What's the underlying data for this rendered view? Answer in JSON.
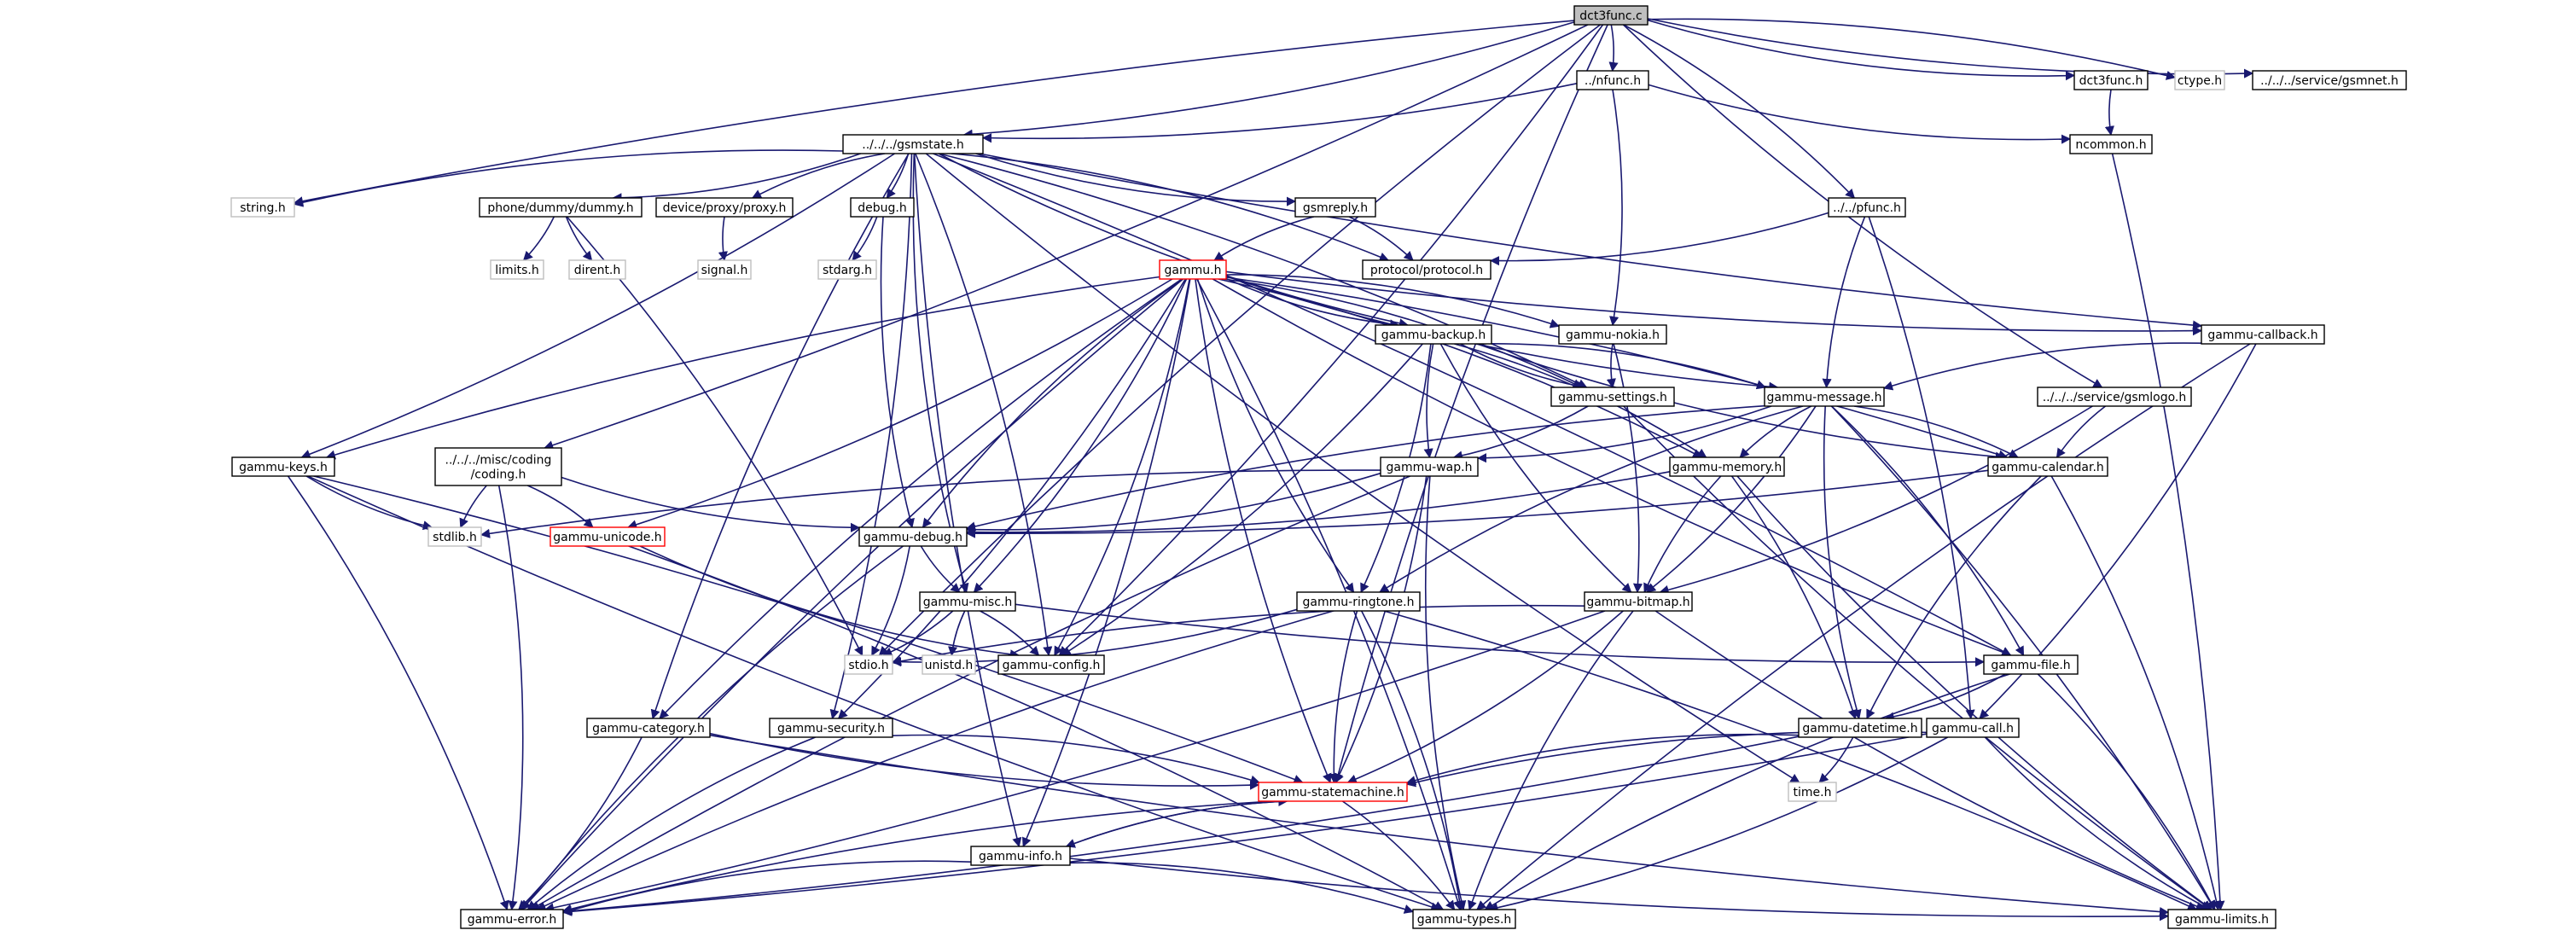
{
  "nodes": [
    {
      "id": "dct3func_c",
      "label": "dct3func.c",
      "style": "root"
    },
    {
      "id": "nfunc_h",
      "label": "../nfunc.h",
      "style": "normal"
    },
    {
      "id": "dct3func_h",
      "label": "dct3func.h",
      "style": "normal"
    },
    {
      "id": "ctype_h",
      "label": "ctype.h",
      "style": "sys"
    },
    {
      "id": "gsmnet_h",
      "label": "../../../service/gsmnet.h",
      "style": "normal"
    },
    {
      "id": "gsmstate_h",
      "label": "../../../gsmstate.h",
      "style": "normal"
    },
    {
      "id": "ncommon_h",
      "label": "ncommon.h",
      "style": "normal"
    },
    {
      "id": "string_h",
      "label": "string.h",
      "style": "sys"
    },
    {
      "id": "dummy_h",
      "label": "phone/dummy/dummy.h",
      "style": "normal"
    },
    {
      "id": "proxy_h",
      "label": "device/proxy/proxy.h",
      "style": "normal"
    },
    {
      "id": "debug_h",
      "label": "debug.h",
      "style": "normal"
    },
    {
      "id": "gsmreply_h",
      "label": "gsmreply.h",
      "style": "normal"
    },
    {
      "id": "pfunc_h",
      "label": "../../pfunc.h",
      "style": "normal"
    },
    {
      "id": "limits_sys",
      "label": "limits.h",
      "style": "sys"
    },
    {
      "id": "dirent_h",
      "label": "dirent.h",
      "style": "sys"
    },
    {
      "id": "signal_h",
      "label": "signal.h",
      "style": "sys"
    },
    {
      "id": "stdarg_h",
      "label": "stdarg.h",
      "style": "sys"
    },
    {
      "id": "protocol_h",
      "label": "protocol/protocol.h",
      "style": "normal"
    },
    {
      "id": "gammu_h",
      "label": "gammu.h",
      "style": "red"
    },
    {
      "id": "g_backup",
      "label": "gammu-backup.h",
      "style": "normal"
    },
    {
      "id": "g_nokia",
      "label": "gammu-nokia.h",
      "style": "normal"
    },
    {
      "id": "g_callback",
      "label": "gammu-callback.h",
      "style": "normal"
    },
    {
      "id": "g_settings",
      "label": "gammu-settings.h",
      "style": "normal"
    },
    {
      "id": "g_message",
      "label": "gammu-message.h",
      "style": "normal"
    },
    {
      "id": "gsmlogo_h",
      "label": "../../../service/gsmlogo.h",
      "style": "normal"
    },
    {
      "id": "g_keys",
      "label": "gammu-keys.h",
      "style": "normal"
    },
    {
      "id": "coding_h",
      "label": "../../../misc/coding\n/coding.h",
      "style": "normal"
    },
    {
      "id": "g_wap",
      "label": "gammu-wap.h",
      "style": "normal"
    },
    {
      "id": "g_memory",
      "label": "gammu-memory.h",
      "style": "normal"
    },
    {
      "id": "g_calendar",
      "label": "gammu-calendar.h",
      "style": "normal"
    },
    {
      "id": "stdlib_h",
      "label": "stdlib.h",
      "style": "sys"
    },
    {
      "id": "g_unicode",
      "label": "gammu-unicode.h",
      "style": "red"
    },
    {
      "id": "g_debug",
      "label": "gammu-debug.h",
      "style": "normal"
    },
    {
      "id": "g_misc",
      "label": "gammu-misc.h",
      "style": "normal"
    },
    {
      "id": "g_ringtone",
      "label": "gammu-ringtone.h",
      "style": "normal"
    },
    {
      "id": "g_bitmap",
      "label": "gammu-bitmap.h",
      "style": "normal"
    },
    {
      "id": "stdio_h",
      "label": "stdio.h",
      "style": "sys"
    },
    {
      "id": "unistd_h",
      "label": "unistd.h",
      "style": "sys"
    },
    {
      "id": "g_config",
      "label": "gammu-config.h",
      "style": "normal"
    },
    {
      "id": "g_file",
      "label": "gammu-file.h",
      "style": "normal"
    },
    {
      "id": "g_category",
      "label": "gammu-category.h",
      "style": "normal"
    },
    {
      "id": "g_security",
      "label": "gammu-security.h",
      "style": "normal"
    },
    {
      "id": "g_datetime",
      "label": "gammu-datetime.h",
      "style": "normal"
    },
    {
      "id": "g_call",
      "label": "gammu-call.h",
      "style": "normal"
    },
    {
      "id": "time_h",
      "label": "time.h",
      "style": "sys"
    },
    {
      "id": "g_statemachine",
      "label": "gammu-statemachine.h",
      "style": "red"
    },
    {
      "id": "g_info",
      "label": "gammu-info.h",
      "style": "normal"
    },
    {
      "id": "g_error",
      "label": "gammu-error.h",
      "style": "normal"
    },
    {
      "id": "g_types",
      "label": "gammu-types.h",
      "style": "normal"
    },
    {
      "id": "g_limits",
      "label": "gammu-limits.h",
      "style": "normal"
    }
  ],
  "edges": [
    [
      "dct3func_c",
      "nfunc_h"
    ],
    [
      "dct3func_c",
      "dct3func_h"
    ],
    [
      "dct3func_c",
      "ctype_h"
    ],
    [
      "dct3func_c",
      "gsmnet_h"
    ],
    [
      "dct3func_c",
      "gsmstate_h"
    ],
    [
      "dct3func_c",
      "string_h"
    ],
    [
      "dct3func_c",
      "pfunc_h"
    ],
    [
      "dct3func_c",
      "gsmlogo_h"
    ],
    [
      "dct3func_c",
      "coding_h"
    ],
    [
      "dct3func_c",
      "stdio_h"
    ],
    [
      "dct3func_c",
      "g_config"
    ],
    [
      "dct3func_c",
      "g_statemachine"
    ],
    [
      "nfunc_h",
      "gsmstate_h"
    ],
    [
      "nfunc_h",
      "ncommon_h"
    ],
    [
      "nfunc_h",
      "g_nokia"
    ],
    [
      "dct3func_h",
      "ncommon_h"
    ],
    [
      "ncommon_h",
      "g_limits"
    ],
    [
      "gsmstate_h",
      "string_h"
    ],
    [
      "gsmstate_h",
      "dummy_h"
    ],
    [
      "gsmstate_h",
      "proxy_h"
    ],
    [
      "gsmstate_h",
      "debug_h"
    ],
    [
      "gsmstate_h",
      "gsmreply_h"
    ],
    [
      "gsmstate_h",
      "protocol_h"
    ],
    [
      "gsmstate_h",
      "g_backup"
    ],
    [
      "gsmstate_h",
      "g_settings"
    ],
    [
      "gsmstate_h",
      "g_callback"
    ],
    [
      "gsmstate_h",
      "g_keys"
    ],
    [
      "gsmstate_h",
      "g_misc"
    ],
    [
      "gsmstate_h",
      "g_config"
    ],
    [
      "gsmstate_h",
      "g_category"
    ],
    [
      "gsmstate_h",
      "g_security"
    ],
    [
      "gsmstate_h",
      "g_info"
    ],
    [
      "gsmstate_h",
      "g_file"
    ],
    [
      "gsmstate_h",
      "time_h"
    ],
    [
      "dummy_h",
      "limits_sys"
    ],
    [
      "dummy_h",
      "dirent_h"
    ],
    [
      "dummy_h",
      "stdio_h"
    ],
    [
      "proxy_h",
      "signal_h"
    ],
    [
      "debug_h",
      "stdarg_h"
    ],
    [
      "debug_h",
      "g_debug"
    ],
    [
      "gsmreply_h",
      "protocol_h"
    ],
    [
      "gsmreply_h",
      "gammu_h"
    ],
    [
      "pfunc_h",
      "protocol_h"
    ],
    [
      "pfunc_h",
      "g_message"
    ],
    [
      "pfunc_h",
      "g_call"
    ],
    [
      "gammu_h",
      "g_backup"
    ],
    [
      "gammu_h",
      "g_nokia"
    ],
    [
      "gammu_h",
      "g_callback"
    ],
    [
      "gammu_h",
      "g_settings"
    ],
    [
      "gammu_h",
      "g_message"
    ],
    [
      "gammu_h",
      "g_calendar"
    ],
    [
      "gammu_h",
      "g_keys"
    ],
    [
      "gammu_h",
      "g_unicode"
    ],
    [
      "gammu_h",
      "g_debug"
    ],
    [
      "gammu_h",
      "g_misc"
    ],
    [
      "gammu_h",
      "g_ringtone"
    ],
    [
      "gammu_h",
      "g_config"
    ],
    [
      "gammu_h",
      "g_category"
    ],
    [
      "gammu_h",
      "g_security"
    ],
    [
      "gammu_h",
      "g_statemachine"
    ],
    [
      "gammu_h",
      "g_info"
    ],
    [
      "gammu_h",
      "g_error"
    ],
    [
      "gammu_h",
      "g_types"
    ],
    [
      "gammu_h",
      "g_file"
    ],
    [
      "gammu_h",
      "g_memory"
    ],
    [
      "g_backup",
      "g_settings"
    ],
    [
      "g_backup",
      "g_message"
    ],
    [
      "g_backup",
      "g_wap"
    ],
    [
      "g_backup",
      "g_memory"
    ],
    [
      "g_backup",
      "g_calendar"
    ],
    [
      "g_backup",
      "g_ringtone"
    ],
    [
      "g_backup",
      "g_bitmap"
    ],
    [
      "g_backup",
      "g_config"
    ],
    [
      "g_nokia",
      "g_settings"
    ],
    [
      "g_nokia",
      "g_bitmap"
    ],
    [
      "g_callback",
      "g_message"
    ],
    [
      "g_callback",
      "g_call"
    ],
    [
      "g_callback",
      "g_types"
    ],
    [
      "g_settings",
      "g_wap"
    ],
    [
      "g_settings",
      "g_limits"
    ],
    [
      "g_message",
      "g_wap"
    ],
    [
      "g_message",
      "g_memory"
    ],
    [
      "g_message",
      "g_calendar"
    ],
    [
      "g_message",
      "g_ringtone"
    ],
    [
      "g_message",
      "g_bitmap"
    ],
    [
      "g_message",
      "g_debug"
    ],
    [
      "g_message",
      "g_file"
    ],
    [
      "g_message",
      "g_datetime"
    ],
    [
      "g_message",
      "g_limits"
    ],
    [
      "gsmlogo_h",
      "g_calendar"
    ],
    [
      "gsmlogo_h",
      "g_bitmap"
    ],
    [
      "g_keys",
      "stdlib_h"
    ],
    [
      "g_keys",
      "g_error"
    ],
    [
      "g_keys",
      "g_types"
    ],
    [
      "g_keys",
      "g_statemachine"
    ],
    [
      "coding_h",
      "stdlib_h"
    ],
    [
      "coding_h",
      "g_unicode"
    ],
    [
      "coding_h",
      "g_debug"
    ],
    [
      "coding_h",
      "g_error"
    ],
    [
      "g_wap",
      "stdlib_h"
    ],
    [
      "g_wap",
      "g_debug"
    ],
    [
      "g_wap",
      "g_types"
    ],
    [
      "g_wap",
      "g_statemachine"
    ],
    [
      "g_wap",
      "g_error"
    ],
    [
      "g_memory",
      "g_debug"
    ],
    [
      "g_memory",
      "g_bitmap"
    ],
    [
      "g_memory",
      "g_datetime"
    ],
    [
      "g_memory",
      "g_limits"
    ],
    [
      "g_calendar",
      "g_debug"
    ],
    [
      "g_calendar",
      "g_datetime"
    ],
    [
      "g_calendar",
      "g_limits"
    ],
    [
      "g_unicode",
      "g_config"
    ],
    [
      "g_unicode",
      "g_types"
    ],
    [
      "g_debug",
      "g_misc"
    ],
    [
      "g_debug",
      "stdio_h"
    ],
    [
      "g_debug",
      "g_error"
    ],
    [
      "g_misc",
      "stdio_h"
    ],
    [
      "g_misc",
      "unistd_h"
    ],
    [
      "g_misc",
      "g_config"
    ],
    [
      "g_misc",
      "g_file"
    ],
    [
      "g_ringtone",
      "stdio_h"
    ],
    [
      "g_ringtone",
      "g_statemachine"
    ],
    [
      "g_ringtone",
      "g_types"
    ],
    [
      "g_ringtone",
      "g_error"
    ],
    [
      "g_ringtone",
      "g_limits"
    ],
    [
      "g_bitmap",
      "stdio_h"
    ],
    [
      "g_bitmap",
      "g_statemachine"
    ],
    [
      "g_bitmap",
      "g_types"
    ],
    [
      "g_bitmap",
      "g_error"
    ],
    [
      "g_bitmap",
      "g_limits"
    ],
    [
      "g_file",
      "g_datetime"
    ],
    [
      "g_file",
      "g_types"
    ],
    [
      "g_file",
      "g_limits"
    ],
    [
      "g_category",
      "g_statemachine"
    ],
    [
      "g_category",
      "g_error"
    ],
    [
      "g_category",
      "g_limits"
    ],
    [
      "g_security",
      "g_statemachine"
    ],
    [
      "g_security",
      "g_error"
    ],
    [
      "g_datetime",
      "time_h"
    ],
    [
      "g_datetime",
      "g_statemachine"
    ],
    [
      "g_datetime",
      "g_error"
    ],
    [
      "g_call",
      "g_statemachine"
    ],
    [
      "g_call",
      "g_types"
    ],
    [
      "g_call",
      "g_limits"
    ],
    [
      "g_call",
      "g_error"
    ],
    [
      "g_statemachine",
      "g_info"
    ],
    [
      "g_statemachine",
      "g_types"
    ],
    [
      "g_statemachine",
      "g_error"
    ],
    [
      "g_info",
      "g_statemachine"
    ],
    [
      "g_info",
      "g_error"
    ],
    [
      "g_info",
      "g_types"
    ],
    [
      "g_info",
      "g_limits"
    ]
  ]
}
